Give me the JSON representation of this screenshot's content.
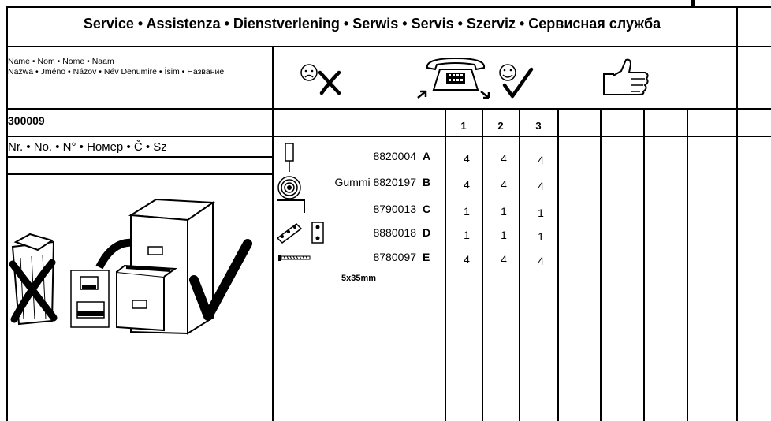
{
  "header": {
    "title": "Service • Assistenza • Dienstverlening • Serwis • Servis • Szerviz • Сервисная служба"
  },
  "info": {
    "name_label": "Name • Nom • Nome • Naam\nNazwa • Jméno • Názov • Név Denumire • İsim • Название",
    "product_code": "300009",
    "number_label": "Nr. • No. • N° • Номер • Č • Sz"
  },
  "columns": [
    "1",
    "2",
    "3"
  ],
  "parts": [
    {
      "icon": "cylinder-pin-icon",
      "label": "8820004",
      "letter": "A",
      "qty": [
        "4",
        "4",
        "4"
      ]
    },
    {
      "icon": "rubber-ring-icon",
      "label": "Gummi  8820197",
      "letter": "B",
      "qty": [
        "4",
        "4",
        "4"
      ]
    },
    {
      "icon": "allen-key-icon",
      "label": "8790013",
      "letter": "C",
      "qty": [
        "1",
        "1",
        "1"
      ]
    },
    {
      "icon": "hinge-bracket-icon",
      "label": "8880018",
      "letter": "D",
      "qty": [
        "1",
        "1",
        "1"
      ]
    },
    {
      "icon": "screw-icon",
      "label": "8780097",
      "letter": "E",
      "qty": [
        "4",
        "4",
        "4"
      ]
    }
  ],
  "size_note": "5x35mm"
}
